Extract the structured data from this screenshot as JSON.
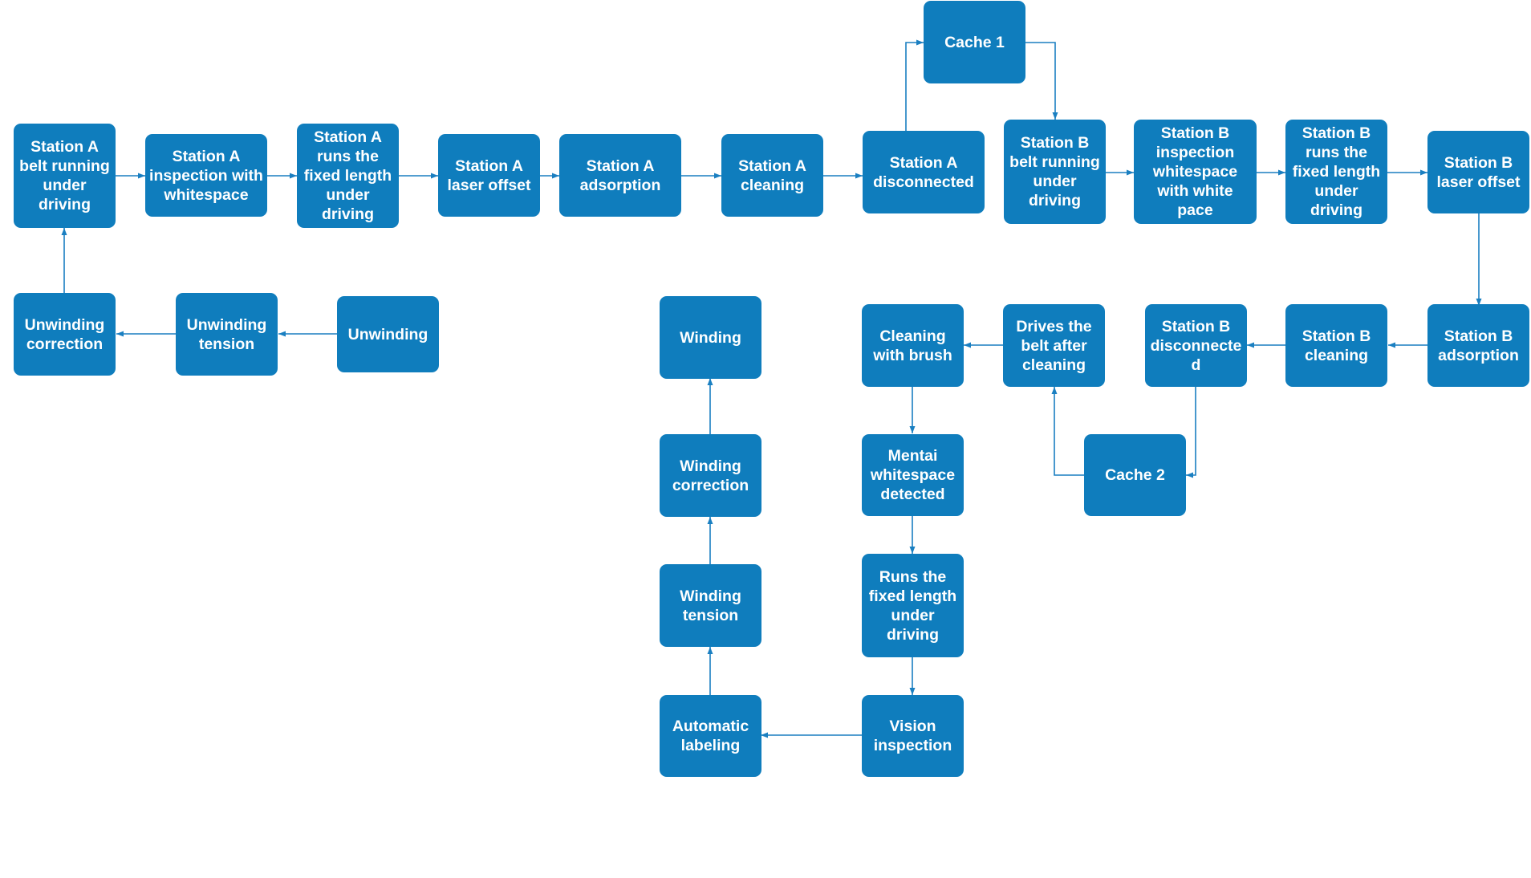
{
  "colors": {
    "box_fill": "#0f7dbd",
    "box_text": "#ffffff",
    "connector": "#1a7fc1",
    "background": "#ffffff"
  },
  "nodes": {
    "a_belt": "Station A\nbelt running\nunder\ndriving",
    "a_inspect": "Station A\ninspection with\nwhitespace",
    "a_fixed": "Station A\nruns the\nfixed length\nunder\ndriving",
    "a_laser": "Station A\nlaser offset",
    "a_adsorb": "Station A\nadsorption",
    "a_clean": "Station A\ncleaning",
    "a_disc": "Station A\ndisconnected",
    "cache1": "Cache 1",
    "b_belt": "Station B\nbelt running\nunder\ndriving",
    "b_inspect": "Station B\ninspection\nwhitespace\nwith white\npace",
    "b_fixed": "Station B\nruns the\nfixed length\nunder\ndriving",
    "b_laser": "Station B\nlaser offset",
    "unw_corr": "Unwinding\ncorrection",
    "unw_tension": "Unwinding\ntension",
    "unwinding": "Unwinding",
    "winding": "Winding",
    "clean_brush": "Cleaning\nwith brush",
    "drives_belt": "Drives the\nbelt after\ncleaning",
    "b_disc": "Station B\ndisconnecte\nd",
    "b_clean": "Station B\ncleaning",
    "b_adsorb": "Station B\nadsorption",
    "win_corr": "Winding\ncorrection",
    "mental_ws": "Mentai\nwhitespace\ndetected",
    "cache2": "Cache 2",
    "win_tension": "Winding\ntension",
    "runs_fixed": "Runs the\nfixed length\nunder\ndriving",
    "auto_label": "Automatic\nlabeling",
    "vision": "Vision\ninspection"
  }
}
